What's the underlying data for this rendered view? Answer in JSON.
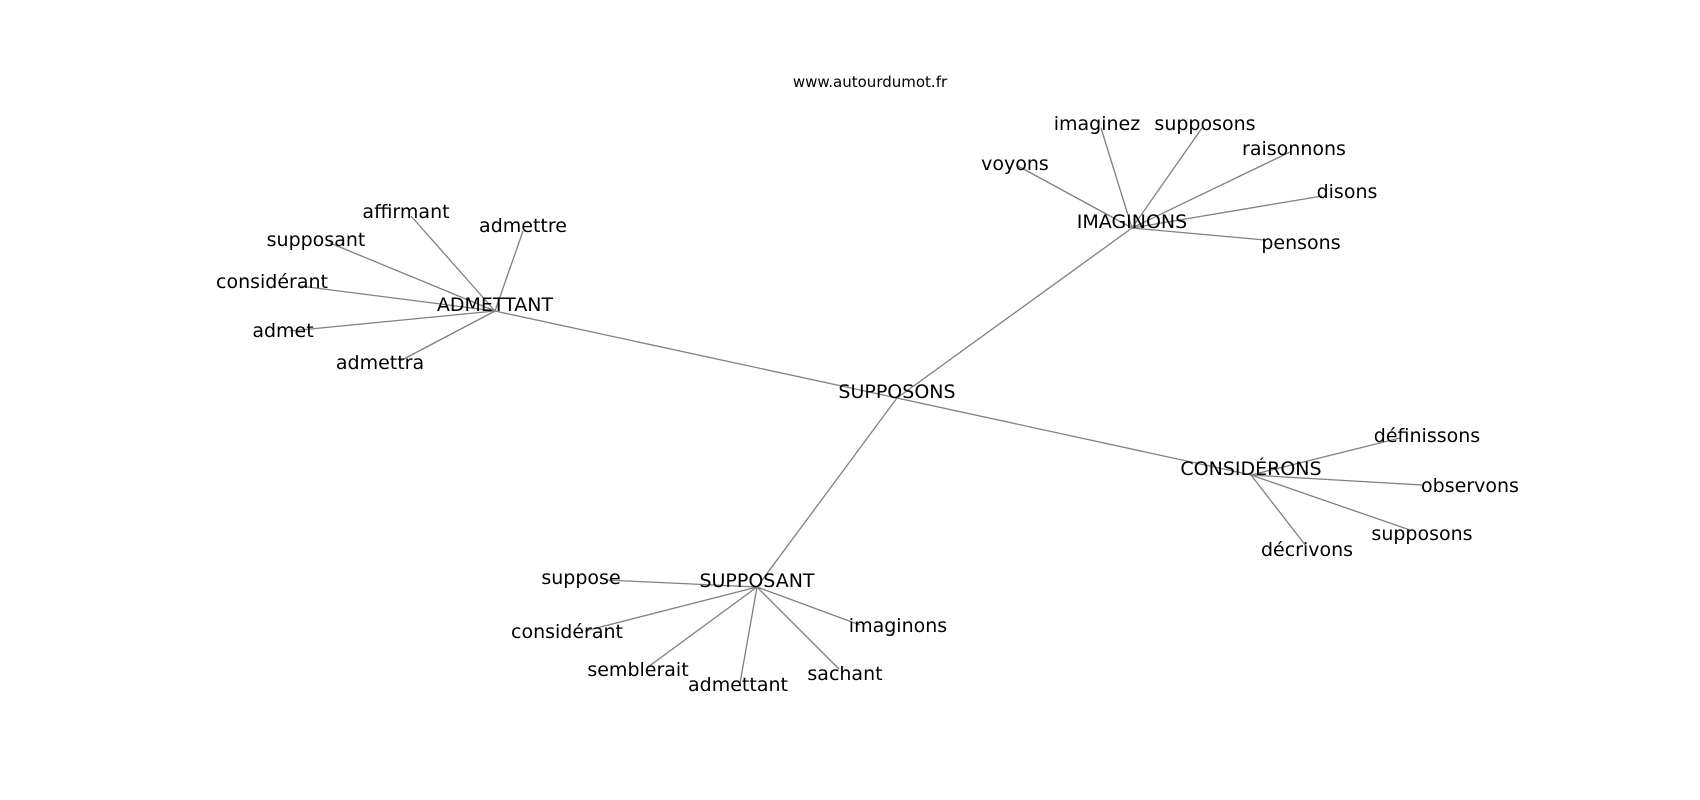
{
  "header": {
    "site": "www.autourdumot.fr"
  },
  "graph": {
    "center": "SUPPOSONS",
    "clusters": [
      {
        "hub": "ADMETTANT",
        "leaves": [
          "affirmant",
          "admettre",
          "supposant",
          "considérant",
          "admet",
          "admettra"
        ]
      },
      {
        "hub": "IMAGINONS",
        "leaves": [
          "imaginez",
          "supposons",
          "voyons",
          "raisonnons",
          "disons",
          "pensons"
        ]
      },
      {
        "hub": "CONSIDÉRONS",
        "leaves": [
          "définissons",
          "observons",
          "supposons",
          "décrivons"
        ]
      },
      {
        "hub": "SUPPOSANT",
        "leaves": [
          "suppose",
          "considérant",
          "imaginons",
          "semblerait",
          "admettant",
          "sachant"
        ]
      }
    ]
  }
}
